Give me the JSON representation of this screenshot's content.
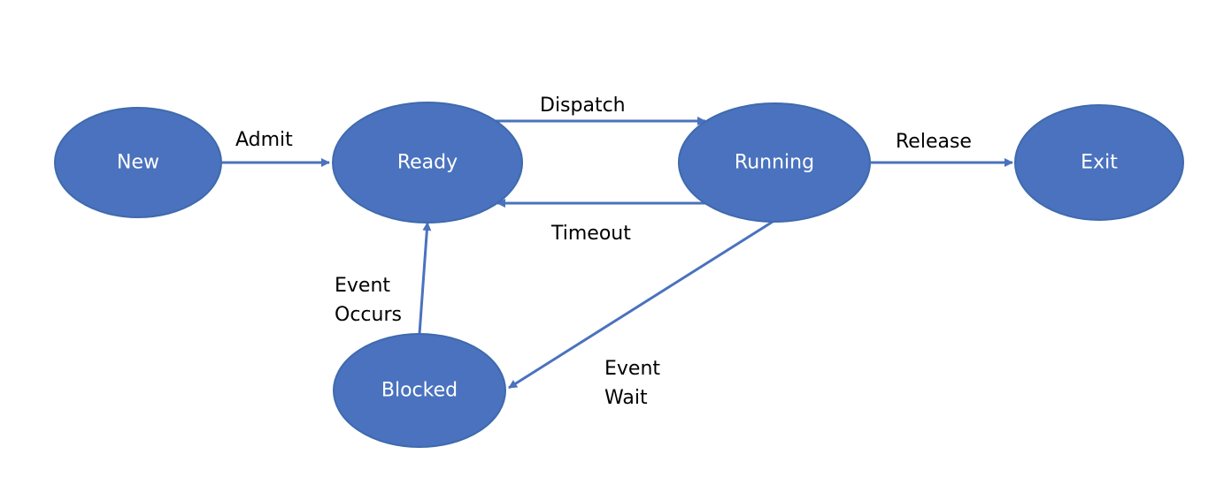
{
  "colors": {
    "node_fill": "#4a72be",
    "edge": "#4a72be",
    "label_text": "#000000",
    "node_text": "#ffffff"
  },
  "states": {
    "new": "New",
    "ready": "Ready",
    "running": "Running",
    "exit": "Exit",
    "blocked": "Blocked"
  },
  "transitions": {
    "admit": "Admit",
    "dispatch": "Dispatch",
    "timeout": "Timeout",
    "release": "Release",
    "event_occurs": [
      "Event",
      "Occurs"
    ],
    "event_wait": [
      "Event",
      "Wait"
    ]
  }
}
